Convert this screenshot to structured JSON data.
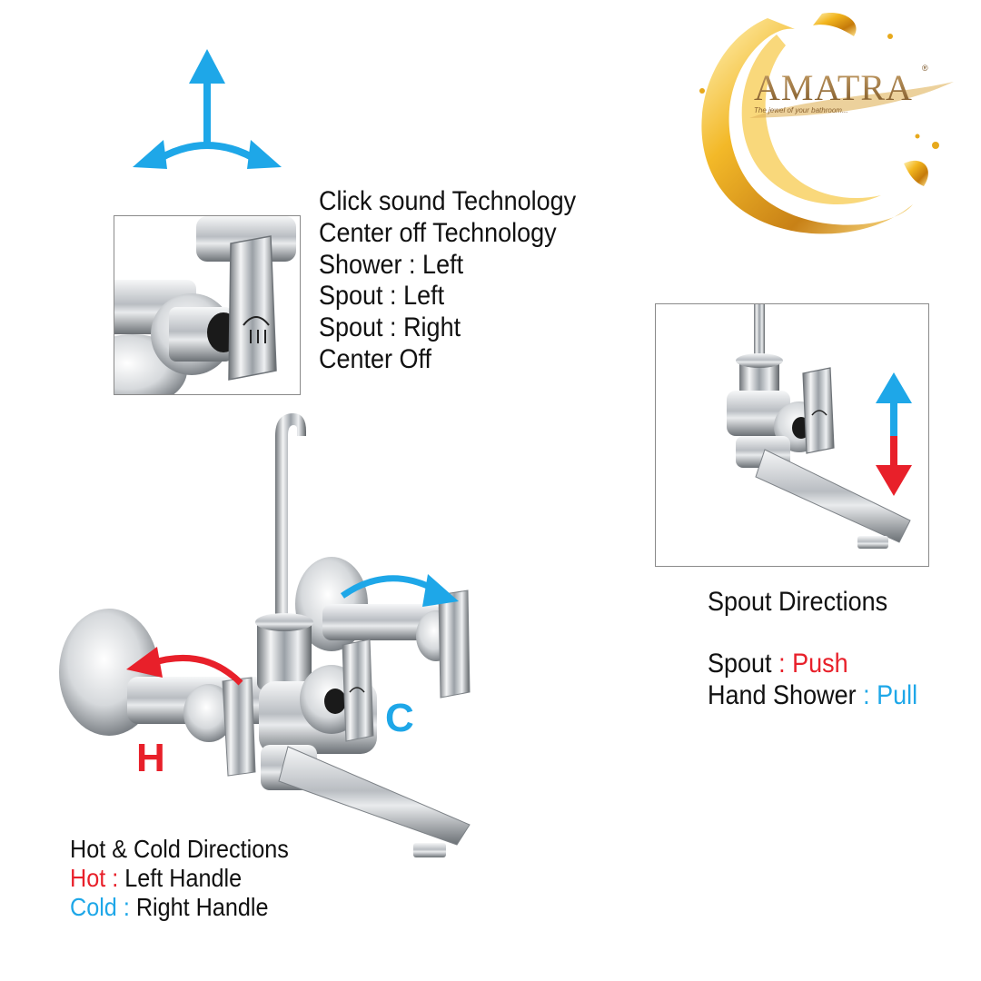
{
  "brand": {
    "name": "AMATRA",
    "registered": "®",
    "tagline": "The jewel of your bathroom..."
  },
  "features": [
    "Click sound Technology",
    "Center off Technology",
    "Shower : Left",
    "Spout : Left",
    "Spout : Right",
    "Center Off"
  ],
  "spout_directions": {
    "title": "Spout Directions",
    "spout_label": "Spout",
    "spout_sep": " : ",
    "spout_value": "Push",
    "hand_label": "Hand Shower",
    "hand_sep": " : ",
    "hand_value": "Pull"
  },
  "hot_cold": {
    "title": "Hot & Cold Directions",
    "hot_label": "Hot :",
    "hot_value": " Left Handle",
    "cold_label": "Cold :",
    "cold_value": " Right Handle",
    "h_letter": "H",
    "c_letter": "C"
  },
  "colors": {
    "hot": "#e8202a",
    "cold": "#1ea7e8",
    "gold": "#d9a12a",
    "chrome": "#c9ccd0"
  }
}
